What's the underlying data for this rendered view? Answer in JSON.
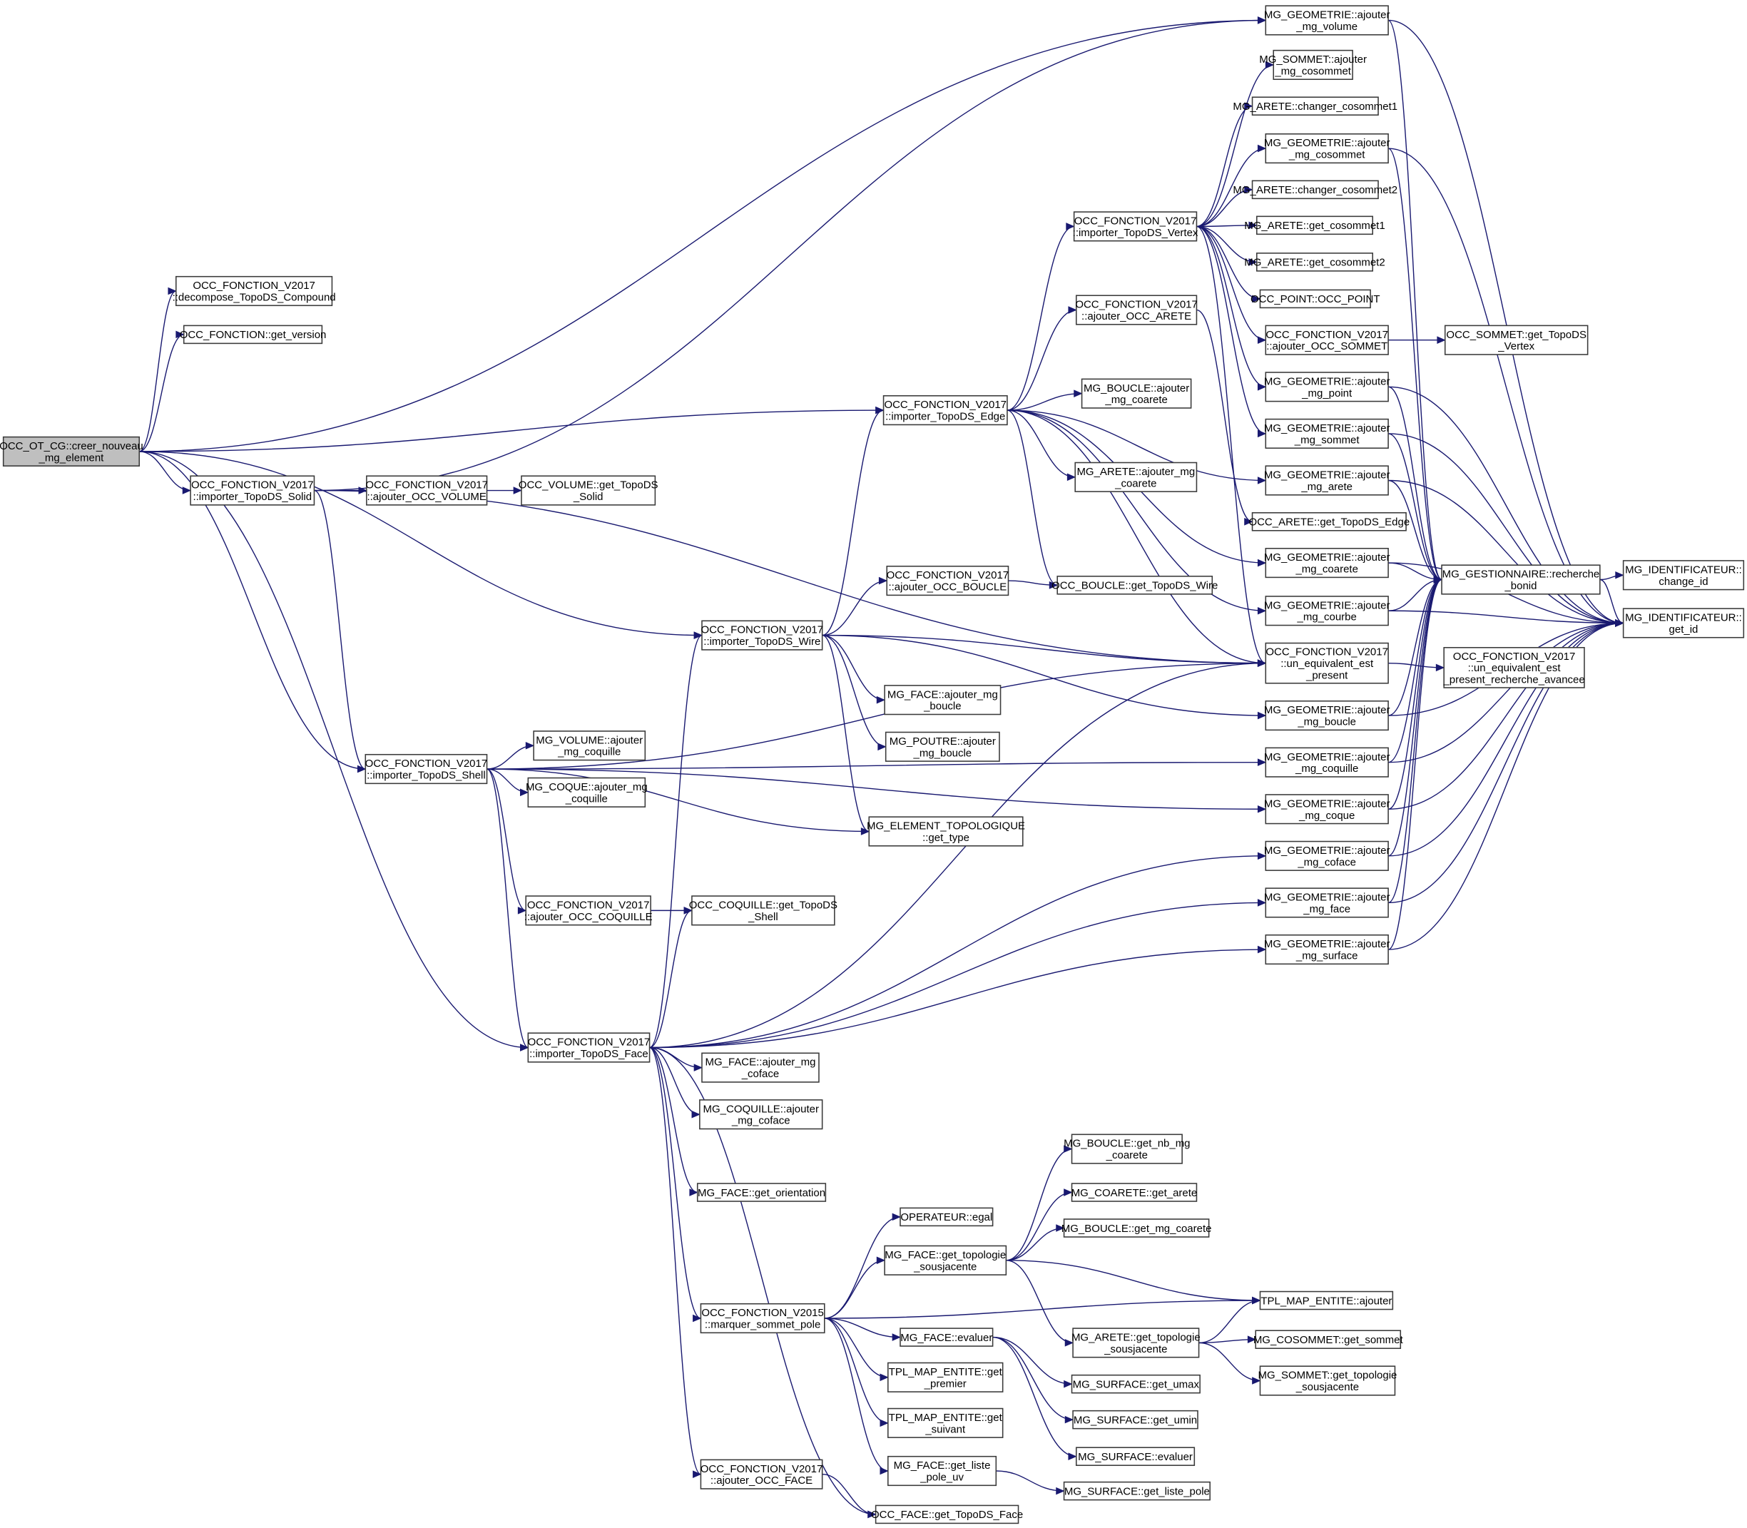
{
  "graph": {
    "type": "call-graph",
    "colors": {
      "edge": "#191970",
      "node_border": "#3a3a3a",
      "root_fill": "#bfbfbf",
      "node_fill": "#ffffff"
    },
    "nodes": [
      {
        "id": "root",
        "lines": [
          "OCC_OT_CG::creer_nouveau",
          "_mg_element"
        ],
        "root": true
      },
      {
        "id": "decompose",
        "lines": [
          "OCC_FONCTION_V2017",
          "::decompose_TopoDS_Compound"
        ],
        "align": "left"
      },
      {
        "id": "get_version",
        "lines": [
          "OCC_FONCTION::get_version"
        ]
      },
      {
        "id": "imp_solid",
        "lines": [
          "OCC_FONCTION_V2017",
          "::importer_TopoDS_Solid"
        ]
      },
      {
        "id": "aj_occ_volume",
        "lines": [
          "OCC_FONCTION_V2017",
          "::ajouter_OCC_VOLUME"
        ]
      },
      {
        "id": "occvol_get",
        "lines": [
          "OCC_VOLUME::get_TopoDS",
          "_Solid"
        ]
      },
      {
        "id": "imp_shell",
        "lines": [
          "OCC_FONCTION_V2017",
          "::importer_TopoDS_Shell"
        ]
      },
      {
        "id": "mgvol_aj_coq",
        "lines": [
          "MG_VOLUME::ajouter",
          "_mg_coquille"
        ]
      },
      {
        "id": "mgcoque_aj_coq",
        "lines": [
          "MG_COQUE::ajouter_mg",
          "_coquille"
        ]
      },
      {
        "id": "aj_occ_coquille",
        "lines": [
          "OCC_FONCTION_V2017",
          "::ajouter_OCC_COQUILLE"
        ]
      },
      {
        "id": "occcoq_get",
        "lines": [
          "OCC_COQUILLE::get_TopoDS",
          "_Shell"
        ]
      },
      {
        "id": "imp_face",
        "lines": [
          "OCC_FONCTION_V2017",
          "::importer_TopoDS_Face"
        ]
      },
      {
        "id": "mgface_aj_coface",
        "lines": [
          "MG_FACE::ajouter_mg",
          "_coface"
        ]
      },
      {
        "id": "mgcoquille_aj_coface",
        "lines": [
          "MG_COQUILLE::ajouter",
          "_mg_coface"
        ]
      },
      {
        "id": "mgface_get_orient",
        "lines": [
          "MG_FACE::get_orientation"
        ]
      },
      {
        "id": "marquer_pole",
        "lines": [
          "OCC_FONCTION_V2015",
          "::marquer_sommet_pole"
        ]
      },
      {
        "id": "aj_occ_face",
        "lines": [
          "OCC_FONCTION_V2017",
          "::ajouter_OCC_FACE"
        ]
      },
      {
        "id": "occface_get",
        "lines": [
          "OCC_FACE::get_TopoDS_Face"
        ]
      },
      {
        "id": "op_egal",
        "lines": [
          "OPERATEUR::egal"
        ]
      },
      {
        "id": "mgface_topo",
        "lines": [
          "MG_FACE::get_topologie",
          "_sousjacente"
        ]
      },
      {
        "id": "mgface_eval",
        "lines": [
          "MG_FACE::evaluer"
        ]
      },
      {
        "id": "tpl_premier",
        "lines": [
          "TPL_MAP_ENTITE::get",
          "_premier"
        ]
      },
      {
        "id": "tpl_suivant",
        "lines": [
          "TPL_MAP_ENTITE::get",
          "_suivant"
        ]
      },
      {
        "id": "mgface_pole_uv",
        "lines": [
          "MG_FACE::get_liste",
          "_pole_uv"
        ]
      },
      {
        "id": "boucle_nb",
        "lines": [
          "MG_BOUCLE::get_nb_mg",
          "_coarete"
        ]
      },
      {
        "id": "coarete_get_arete",
        "lines": [
          "MG_COARETE::get_arete"
        ]
      },
      {
        "id": "boucle_get_coarete",
        "lines": [
          "MG_BOUCLE::get_mg_coarete"
        ]
      },
      {
        "id": "arete_topo",
        "lines": [
          "MG_ARETE::get_topologie",
          "_sousjacente"
        ]
      },
      {
        "id": "surf_umax",
        "lines": [
          "MG_SURFACE::get_umax"
        ]
      },
      {
        "id": "surf_umin",
        "lines": [
          "MG_SURFACE::get_umin"
        ]
      },
      {
        "id": "surf_eval",
        "lines": [
          "MG_SURFACE::evaluer"
        ]
      },
      {
        "id": "surf_pole",
        "lines": [
          "MG_SURFACE::get_liste_pole"
        ]
      },
      {
        "id": "tpl_ajouter",
        "lines": [
          "TPL_MAP_ENTITE::ajouter"
        ]
      },
      {
        "id": "cosommet_get",
        "lines": [
          "MG_COSOMMET::get_sommet"
        ]
      },
      {
        "id": "sommet_topo",
        "lines": [
          "MG_SOMMET::get_topologie",
          "_sousjacente"
        ]
      },
      {
        "id": "imp_wire",
        "lines": [
          "OCC_FONCTION_V2017",
          "::importer_TopoDS_Wire"
        ]
      },
      {
        "id": "aj_occ_boucle",
        "lines": [
          "OCC_FONCTION_V2017",
          "::ajouter_OCC_BOUCLE"
        ]
      },
      {
        "id": "occboucle_get",
        "lines": [
          "OCC_BOUCLE::get_TopoDS_Wire"
        ]
      },
      {
        "id": "mgface_aj_boucle",
        "lines": [
          "MG_FACE::ajouter_mg",
          "_boucle"
        ]
      },
      {
        "id": "poutre_aj_boucle",
        "lines": [
          "MG_POUTRE::ajouter",
          "_mg_boucle"
        ]
      },
      {
        "id": "elem_get_type",
        "lines": [
          "MG_ELEMENT_TOPOLOGIQUE",
          "::get_type"
        ]
      },
      {
        "id": "imp_edge",
        "lines": [
          "OCC_FONCTION_V2017",
          "::importer_TopoDS_Edge"
        ]
      },
      {
        "id": "aj_occ_arete",
        "lines": [
          "OCC_FONCTION_V2017",
          "::ajouter_OCC_ARETE"
        ]
      },
      {
        "id": "boucle_aj_coarete",
        "lines": [
          "MG_BOUCLE::ajouter",
          "_mg_coarete"
        ]
      },
      {
        "id": "arete_aj_coarete",
        "lines": [
          "MG_ARETE::ajouter_mg",
          "_coarete"
        ]
      },
      {
        "id": "imp_vertex",
        "lines": [
          "OCC_FONCTION_V2017",
          "::importer_TopoDS_Vertex"
        ]
      },
      {
        "id": "geo_volume",
        "lines": [
          "MG_GEOMETRIE::ajouter",
          "_mg_volume"
        ]
      },
      {
        "id": "sommet_aj_cos",
        "lines": [
          "MG_SOMMET::ajouter",
          "_mg_cosommet"
        ]
      },
      {
        "id": "arete_chg1",
        "lines": [
          "MG_ARETE::changer_cosommet1"
        ]
      },
      {
        "id": "geo_cosommet",
        "lines": [
          "MG_GEOMETRIE::ajouter",
          "_mg_cosommet"
        ]
      },
      {
        "id": "arete_chg2",
        "lines": [
          "MG_ARETE::changer_cosommet2"
        ]
      },
      {
        "id": "arete_get1",
        "lines": [
          "MG_ARETE::get_cosommet1"
        ]
      },
      {
        "id": "arete_get2",
        "lines": [
          "MG_ARETE::get_cosommet2"
        ]
      },
      {
        "id": "occ_point",
        "lines": [
          "OCC_POINT::OCC_POINT"
        ]
      },
      {
        "id": "aj_occ_sommet",
        "lines": [
          "OCC_FONCTION_V2017",
          "::ajouter_OCC_SOMMET"
        ]
      },
      {
        "id": "occsommet_get",
        "lines": [
          "OCC_SOMMET::get_TopoDS",
          "_Vertex"
        ]
      },
      {
        "id": "geo_point",
        "lines": [
          "MG_GEOMETRIE::ajouter",
          "_mg_point"
        ]
      },
      {
        "id": "geo_sommet",
        "lines": [
          "MG_GEOMETRIE::ajouter",
          "_mg_sommet"
        ]
      },
      {
        "id": "geo_arete",
        "lines": [
          "MG_GEOMETRIE::ajouter",
          "_mg_arete"
        ]
      },
      {
        "id": "occarete_get",
        "lines": [
          "OCC_ARETE::get_TopoDS_Edge"
        ]
      },
      {
        "id": "geo_coarete",
        "lines": [
          "MG_GEOMETRIE::ajouter",
          "_mg_coarete"
        ]
      },
      {
        "id": "geo_courbe",
        "lines": [
          "MG_GEOMETRIE::ajouter",
          "_mg_courbe"
        ]
      },
      {
        "id": "equiv",
        "lines": [
          "OCC_FONCTION_V2017",
          "::un_equivalent_est",
          "_present"
        ]
      },
      {
        "id": "equiv_av",
        "lines": [
          "OCC_FONCTION_V2017",
          "::un_equivalent_est",
          "_present_recherche_avancee"
        ],
        "align": "left"
      },
      {
        "id": "bonid",
        "lines": [
          "MG_GESTIONNAIRE::recherche",
          "_bonid"
        ]
      },
      {
        "id": "change_id",
        "lines": [
          "MG_IDENTIFICATEUR::",
          "change_id"
        ]
      },
      {
        "id": "get_id",
        "lines": [
          "MG_IDENTIFICATEUR::",
          "get_id"
        ]
      },
      {
        "id": "geo_boucle",
        "lines": [
          "MG_GEOMETRIE::ajouter",
          "_mg_boucle"
        ]
      },
      {
        "id": "geo_coquille",
        "lines": [
          "MG_GEOMETRIE::ajouter",
          "_mg_coquille"
        ]
      },
      {
        "id": "geo_coque",
        "lines": [
          "MG_GEOMETRIE::ajouter",
          "_mg_coque"
        ]
      },
      {
        "id": "geo_coface",
        "lines": [
          "MG_GEOMETRIE::ajouter",
          "_mg_coface"
        ]
      },
      {
        "id": "geo_face",
        "lines": [
          "MG_GEOMETRIE::ajouter",
          "_mg_face"
        ]
      },
      {
        "id": "geo_surface",
        "lines": [
          "MG_GEOMETRIE::ajouter",
          "_mg_surface"
        ]
      }
    ],
    "edges": [
      [
        "root",
        "decompose"
      ],
      [
        "root",
        "get_version"
      ],
      [
        "root",
        "geo_volume"
      ],
      [
        "root",
        "imp_edge"
      ],
      [
        "root",
        "imp_solid"
      ],
      [
        "root",
        "imp_wire"
      ],
      [
        "root",
        "imp_shell"
      ],
      [
        "root",
        "imp_face"
      ],
      [
        "imp_solid",
        "aj_occ_volume"
      ],
      [
        "aj_occ_volume",
        "occvol_get"
      ],
      [
        "imp_solid",
        "geo_volume"
      ],
      [
        "imp_solid",
        "imp_shell"
      ],
      [
        "imp_solid",
        "equiv"
      ],
      [
        "imp_shell",
        "mgvol_aj_coq"
      ],
      [
        "imp_shell",
        "mgcoque_aj_coq"
      ],
      [
        "imp_shell",
        "aj_occ_coquille"
      ],
      [
        "imp_shell",
        "imp_face"
      ],
      [
        "imp_shell",
        "equiv"
      ],
      [
        "imp_shell",
        "geo_coquille"
      ],
      [
        "imp_shell",
        "geo_coque"
      ],
      [
        "imp_shell",
        "elem_get_type"
      ],
      [
        "aj_occ_coquille",
        "occcoq_get"
      ],
      [
        "imp_face",
        "occcoq_get"
      ],
      [
        "imp_face",
        "imp_wire"
      ],
      [
        "imp_face",
        "equiv"
      ],
      [
        "imp_face",
        "geo_coface"
      ],
      [
        "imp_face",
        "geo_face"
      ],
      [
        "imp_face",
        "geo_surface"
      ],
      [
        "imp_face",
        "mgface_aj_coface"
      ],
      [
        "imp_face",
        "mgcoquille_aj_coface"
      ],
      [
        "imp_face",
        "mgface_get_orient"
      ],
      [
        "imp_face",
        "marquer_pole"
      ],
      [
        "imp_face",
        "aj_occ_face"
      ],
      [
        "imp_face",
        "occface_get"
      ],
      [
        "aj_occ_face",
        "occface_get"
      ],
      [
        "marquer_pole",
        "op_egal"
      ],
      [
        "marquer_pole",
        "mgface_topo"
      ],
      [
        "marquer_pole",
        "tpl_ajouter"
      ],
      [
        "marquer_pole",
        "mgface_eval"
      ],
      [
        "marquer_pole",
        "tpl_premier"
      ],
      [
        "marquer_pole",
        "tpl_suivant"
      ],
      [
        "marquer_pole",
        "mgface_pole_uv"
      ],
      [
        "mgface_topo",
        "boucle_nb"
      ],
      [
        "mgface_topo",
        "coarete_get_arete"
      ],
      [
        "mgface_topo",
        "boucle_get_coarete"
      ],
      [
        "mgface_topo",
        "tpl_ajouter"
      ],
      [
        "mgface_topo",
        "arete_topo"
      ],
      [
        "arete_topo",
        "tpl_ajouter"
      ],
      [
        "arete_topo",
        "cosommet_get"
      ],
      [
        "arete_topo",
        "sommet_topo"
      ],
      [
        "mgface_eval",
        "surf_umax"
      ],
      [
        "mgface_eval",
        "surf_umin"
      ],
      [
        "mgface_eval",
        "surf_eval"
      ],
      [
        "mgface_pole_uv",
        "surf_pole"
      ],
      [
        "imp_wire",
        "imp_edge"
      ],
      [
        "imp_wire",
        "aj_occ_boucle"
      ],
      [
        "imp_wire",
        "equiv"
      ],
      [
        "imp_wire",
        "mgface_aj_boucle"
      ],
      [
        "imp_wire",
        "poutre_aj_boucle"
      ],
      [
        "imp_wire",
        "elem_get_type"
      ],
      [
        "imp_wire",
        "geo_boucle"
      ],
      [
        "aj_occ_boucle",
        "occboucle_get"
      ],
      [
        "imp_edge",
        "imp_vertex"
      ],
      [
        "imp_edge",
        "aj_occ_arete"
      ],
      [
        "imp_edge",
        "boucle_aj_coarete"
      ],
      [
        "imp_edge",
        "arete_aj_coarete"
      ],
      [
        "imp_edge",
        "occboucle_get"
      ],
      [
        "imp_edge",
        "equiv"
      ],
      [
        "imp_edge",
        "geo_arete"
      ],
      [
        "imp_edge",
        "geo_coarete"
      ],
      [
        "imp_edge",
        "geo_courbe"
      ],
      [
        "aj_occ_arete",
        "occarete_get"
      ],
      [
        "imp_vertex",
        "sommet_aj_cos"
      ],
      [
        "imp_vertex",
        "arete_chg1"
      ],
      [
        "imp_vertex",
        "geo_cosommet"
      ],
      [
        "imp_vertex",
        "arete_chg2"
      ],
      [
        "imp_vertex",
        "arete_get1"
      ],
      [
        "imp_vertex",
        "arete_get2"
      ],
      [
        "imp_vertex",
        "occ_point"
      ],
      [
        "imp_vertex",
        "aj_occ_sommet"
      ],
      [
        "imp_vertex",
        "geo_point"
      ],
      [
        "imp_vertex",
        "geo_sommet"
      ],
      [
        "imp_vertex",
        "equiv"
      ],
      [
        "aj_occ_sommet",
        "occsommet_get"
      ],
      [
        "equiv",
        "equiv_av"
      ],
      [
        "geo_volume",
        "bonid"
      ],
      [
        "geo_volume",
        "get_id"
      ],
      [
        "geo_cosommet",
        "bonid"
      ],
      [
        "geo_cosommet",
        "get_id"
      ],
      [
        "geo_point",
        "bonid"
      ],
      [
        "geo_point",
        "get_id"
      ],
      [
        "geo_sommet",
        "bonid"
      ],
      [
        "geo_sommet",
        "get_id"
      ],
      [
        "geo_arete",
        "bonid"
      ],
      [
        "geo_arete",
        "get_id"
      ],
      [
        "geo_coarete",
        "bonid"
      ],
      [
        "geo_coarete",
        "get_id"
      ],
      [
        "geo_courbe",
        "bonid"
      ],
      [
        "geo_courbe",
        "get_id"
      ],
      [
        "geo_boucle",
        "bonid"
      ],
      [
        "geo_boucle",
        "get_id"
      ],
      [
        "geo_coquille",
        "bonid"
      ],
      [
        "geo_coquille",
        "get_id"
      ],
      [
        "geo_coque",
        "bonid"
      ],
      [
        "geo_coque",
        "get_id"
      ],
      [
        "geo_coface",
        "bonid"
      ],
      [
        "geo_coface",
        "get_id"
      ],
      [
        "geo_face",
        "bonid"
      ],
      [
        "geo_face",
        "get_id"
      ],
      [
        "geo_surface",
        "bonid"
      ],
      [
        "geo_surface",
        "get_id"
      ],
      [
        "bonid",
        "change_id"
      ],
      [
        "bonid",
        "get_id"
      ]
    ]
  }
}
